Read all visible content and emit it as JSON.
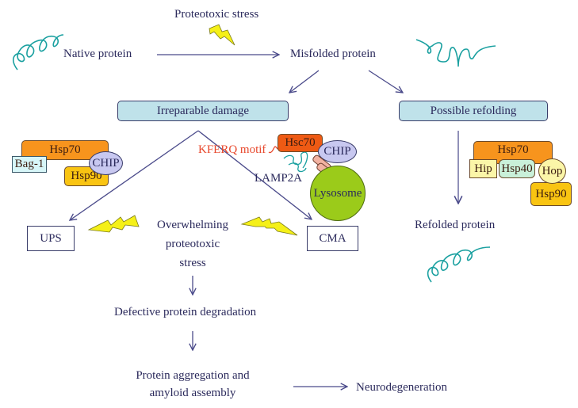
{
  "nodes": {
    "proteotoxic_stress": "Proteotoxic stress",
    "native_protein": "Native protein",
    "misfolded_protein": "Misfolded protein",
    "irreparable_damage": "Irreparable damage",
    "possible_refolding": "Possible refolding",
    "ups": "UPS",
    "cma": "CMA",
    "overwhelming_stress": [
      "Overwhelming",
      "proteotoxic",
      "stress"
    ],
    "defective_degradation": "Defective protein degradation",
    "aggregation": [
      "Protein aggregation and",
      "amyloid assembly"
    ],
    "neurodegeneration": "Neurodegeneration",
    "refolded_protein": "Refolded protein"
  },
  "ups_complex": {
    "hsp70": "Hsp70",
    "bag1": "Bag-1",
    "chip": "CHIP",
    "hsp90": "Hsp90"
  },
  "cma_complex": {
    "kferq": "KFERQ motif",
    "hsc70": "Hsc70",
    "chip": "CHIP",
    "lamp2a": "LAMP2A",
    "lysosome": "Lysosome"
  },
  "refolding_complex": {
    "hsp70": "Hsp70",
    "hip": "Hip",
    "hsp40": "Hsp40",
    "hop": "Hop",
    "hsp90": "Hsp90"
  },
  "colors": {
    "text": "#2b2a5c",
    "arrow": "#4a4a8a",
    "protein_strand": "#1aa0a0",
    "lightning": "#f5f018",
    "box_fill": "#bfe2ea",
    "kferq": "#e8472b"
  }
}
